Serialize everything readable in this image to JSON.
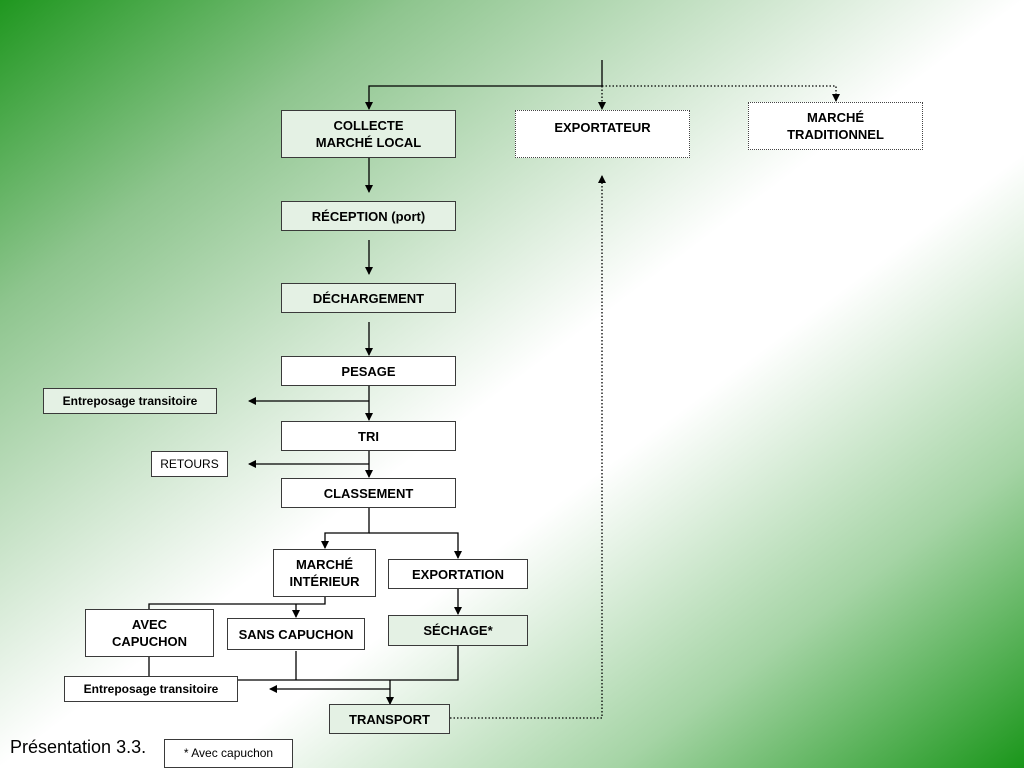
{
  "boxes": {
    "collecte": "COLLECTE\nMARCHÉ LOCAL",
    "exportateur": "EXPORTATEUR",
    "marche_traditionnel": "MARCHÉ\nTRADITIONNEL",
    "reception": "RÉCEPTION (port)",
    "dechargement": "DÉCHARGEMENT",
    "pesage": "PESAGE",
    "entreposage1": "Entreposage transitoire",
    "tri": "TRI",
    "retours": "RETOURS",
    "classement": "CLASSEMENT",
    "marche_interieur": "MARCHÉ\nINTÉRIEUR",
    "exportation": "EXPORTATION",
    "avec_capuchon": "AVEC\nCAPUCHON",
    "sans_capuchon": "SANS CAPUCHON",
    "sechage": "SÉCHAGE*",
    "entreposage2": "Entreposage transitoire",
    "transport": "TRANSPORT"
  },
  "caption": "Présentation 3.3.",
  "footnote": "* Avec capuchon",
  "colors": {
    "gradient_edge": "#1f971f",
    "box_fill": "#e4f1e4",
    "line": "#000000"
  }
}
